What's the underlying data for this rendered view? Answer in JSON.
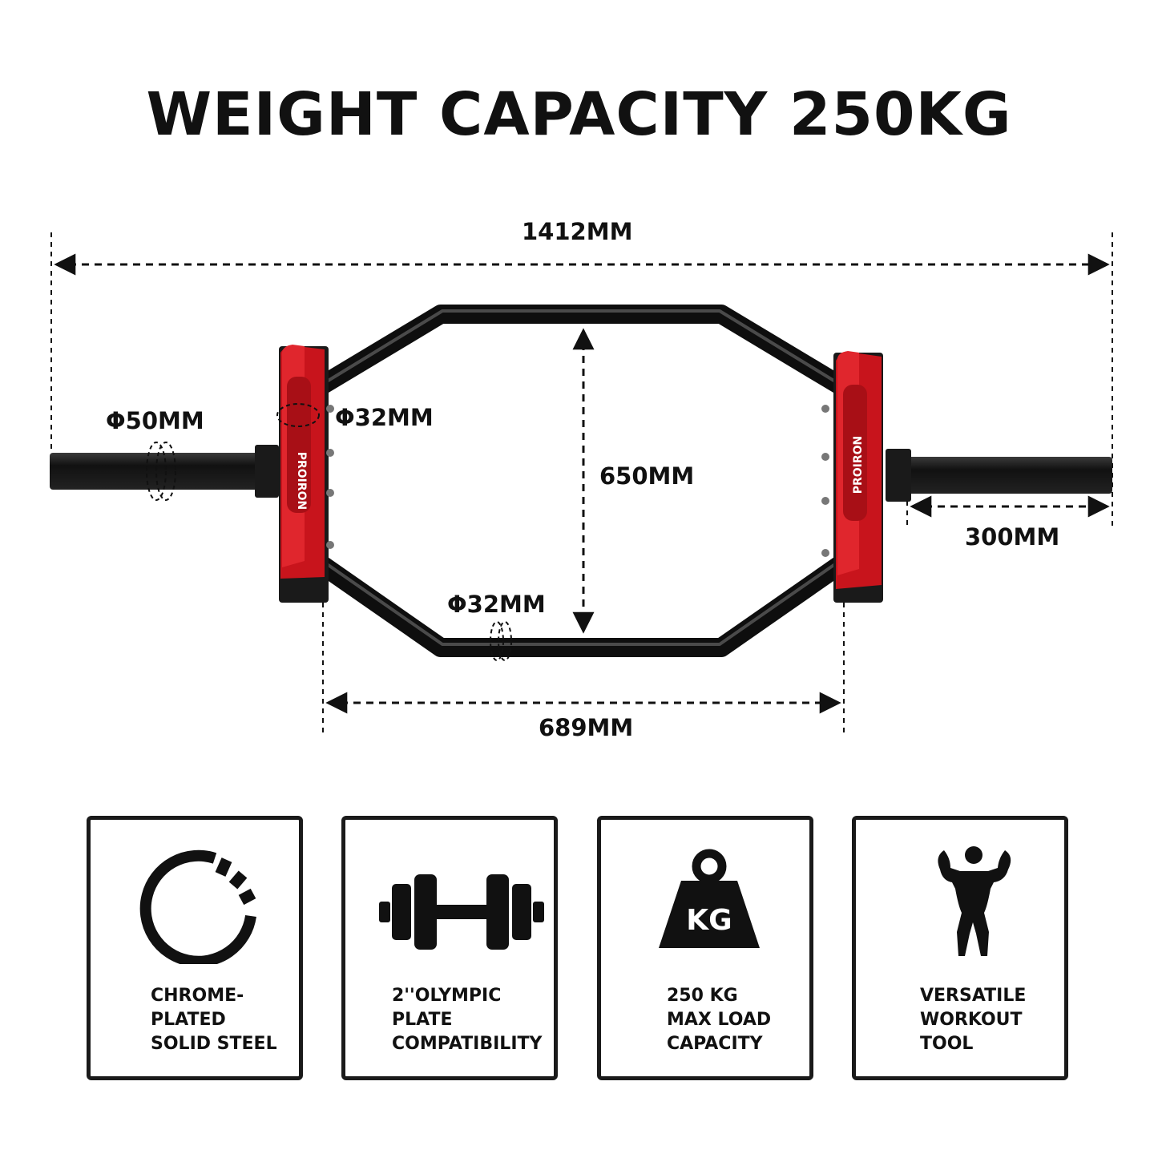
{
  "title": "WEIGHT CAPACITY 250KG",
  "dimensions": {
    "overall_length": "1412MM",
    "sleeve_diameter": "Φ50MM",
    "handle_diameter": "Φ32MM",
    "frame_diameter": "Φ32MM",
    "inner_height": "650MM",
    "sleeve_length": "300MM",
    "inner_width": "689MM"
  },
  "brand_mark": "PROIRON",
  "colors": {
    "accent_red": "#c8141c",
    "bar_black": "#1c1c1c"
  },
  "features": [
    {
      "icon": "ring-icon",
      "label": "CHROME-\nPLATED\nSOLID STEEL"
    },
    {
      "icon": "dumbbell-icon",
      "label": "2''OLYMPIC\nPLATE\nCOMPATIBILITY"
    },
    {
      "icon": "kg-weight-icon",
      "label": "250 KG\nMAX LOAD\nCAPACITY"
    },
    {
      "icon": "bodybuilder-icon",
      "label": "VERSATILE\nWORKOUT\nTOOL"
    }
  ],
  "kg_icon_text": "KG"
}
